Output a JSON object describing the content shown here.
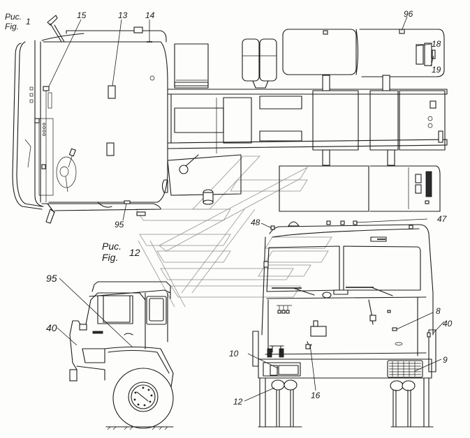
{
  "figures": [
    {
      "id": "fig1",
      "caption_ru": "Рис.",
      "caption_en": "Fig.",
      "number": "1"
    },
    {
      "id": "fig12",
      "caption_ru": "Рис.",
      "caption_en": "Fig.",
      "number": "12"
    }
  ],
  "callouts": {
    "top_view": [
      {
        "id": "c15",
        "text": "15"
      },
      {
        "id": "c13",
        "text": "13"
      },
      {
        "id": "c14",
        "text": "14"
      },
      {
        "id": "c96",
        "text": "96"
      },
      {
        "id": "c18",
        "text": "18"
      },
      {
        "id": "c19",
        "text": "19"
      },
      {
        "id": "c95a",
        "text": "95"
      }
    ],
    "side_view": [
      {
        "id": "c95b",
        "text": "95"
      },
      {
        "id": "c40a",
        "text": "40"
      }
    ],
    "rear_view": [
      {
        "id": "c48",
        "text": "48"
      },
      {
        "id": "c47",
        "text": "47"
      },
      {
        "id": "c8",
        "text": "8"
      },
      {
        "id": "c40b",
        "text": "40"
      },
      {
        "id": "c10",
        "text": "10"
      },
      {
        "id": "c9",
        "text": "9"
      },
      {
        "id": "c12",
        "text": "12"
      },
      {
        "id": "c16",
        "text": "16"
      }
    ]
  },
  "colors": {
    "line": "#1a1a1a",
    "background": "#fdfdfb",
    "watermark": "#8a8a8a"
  }
}
